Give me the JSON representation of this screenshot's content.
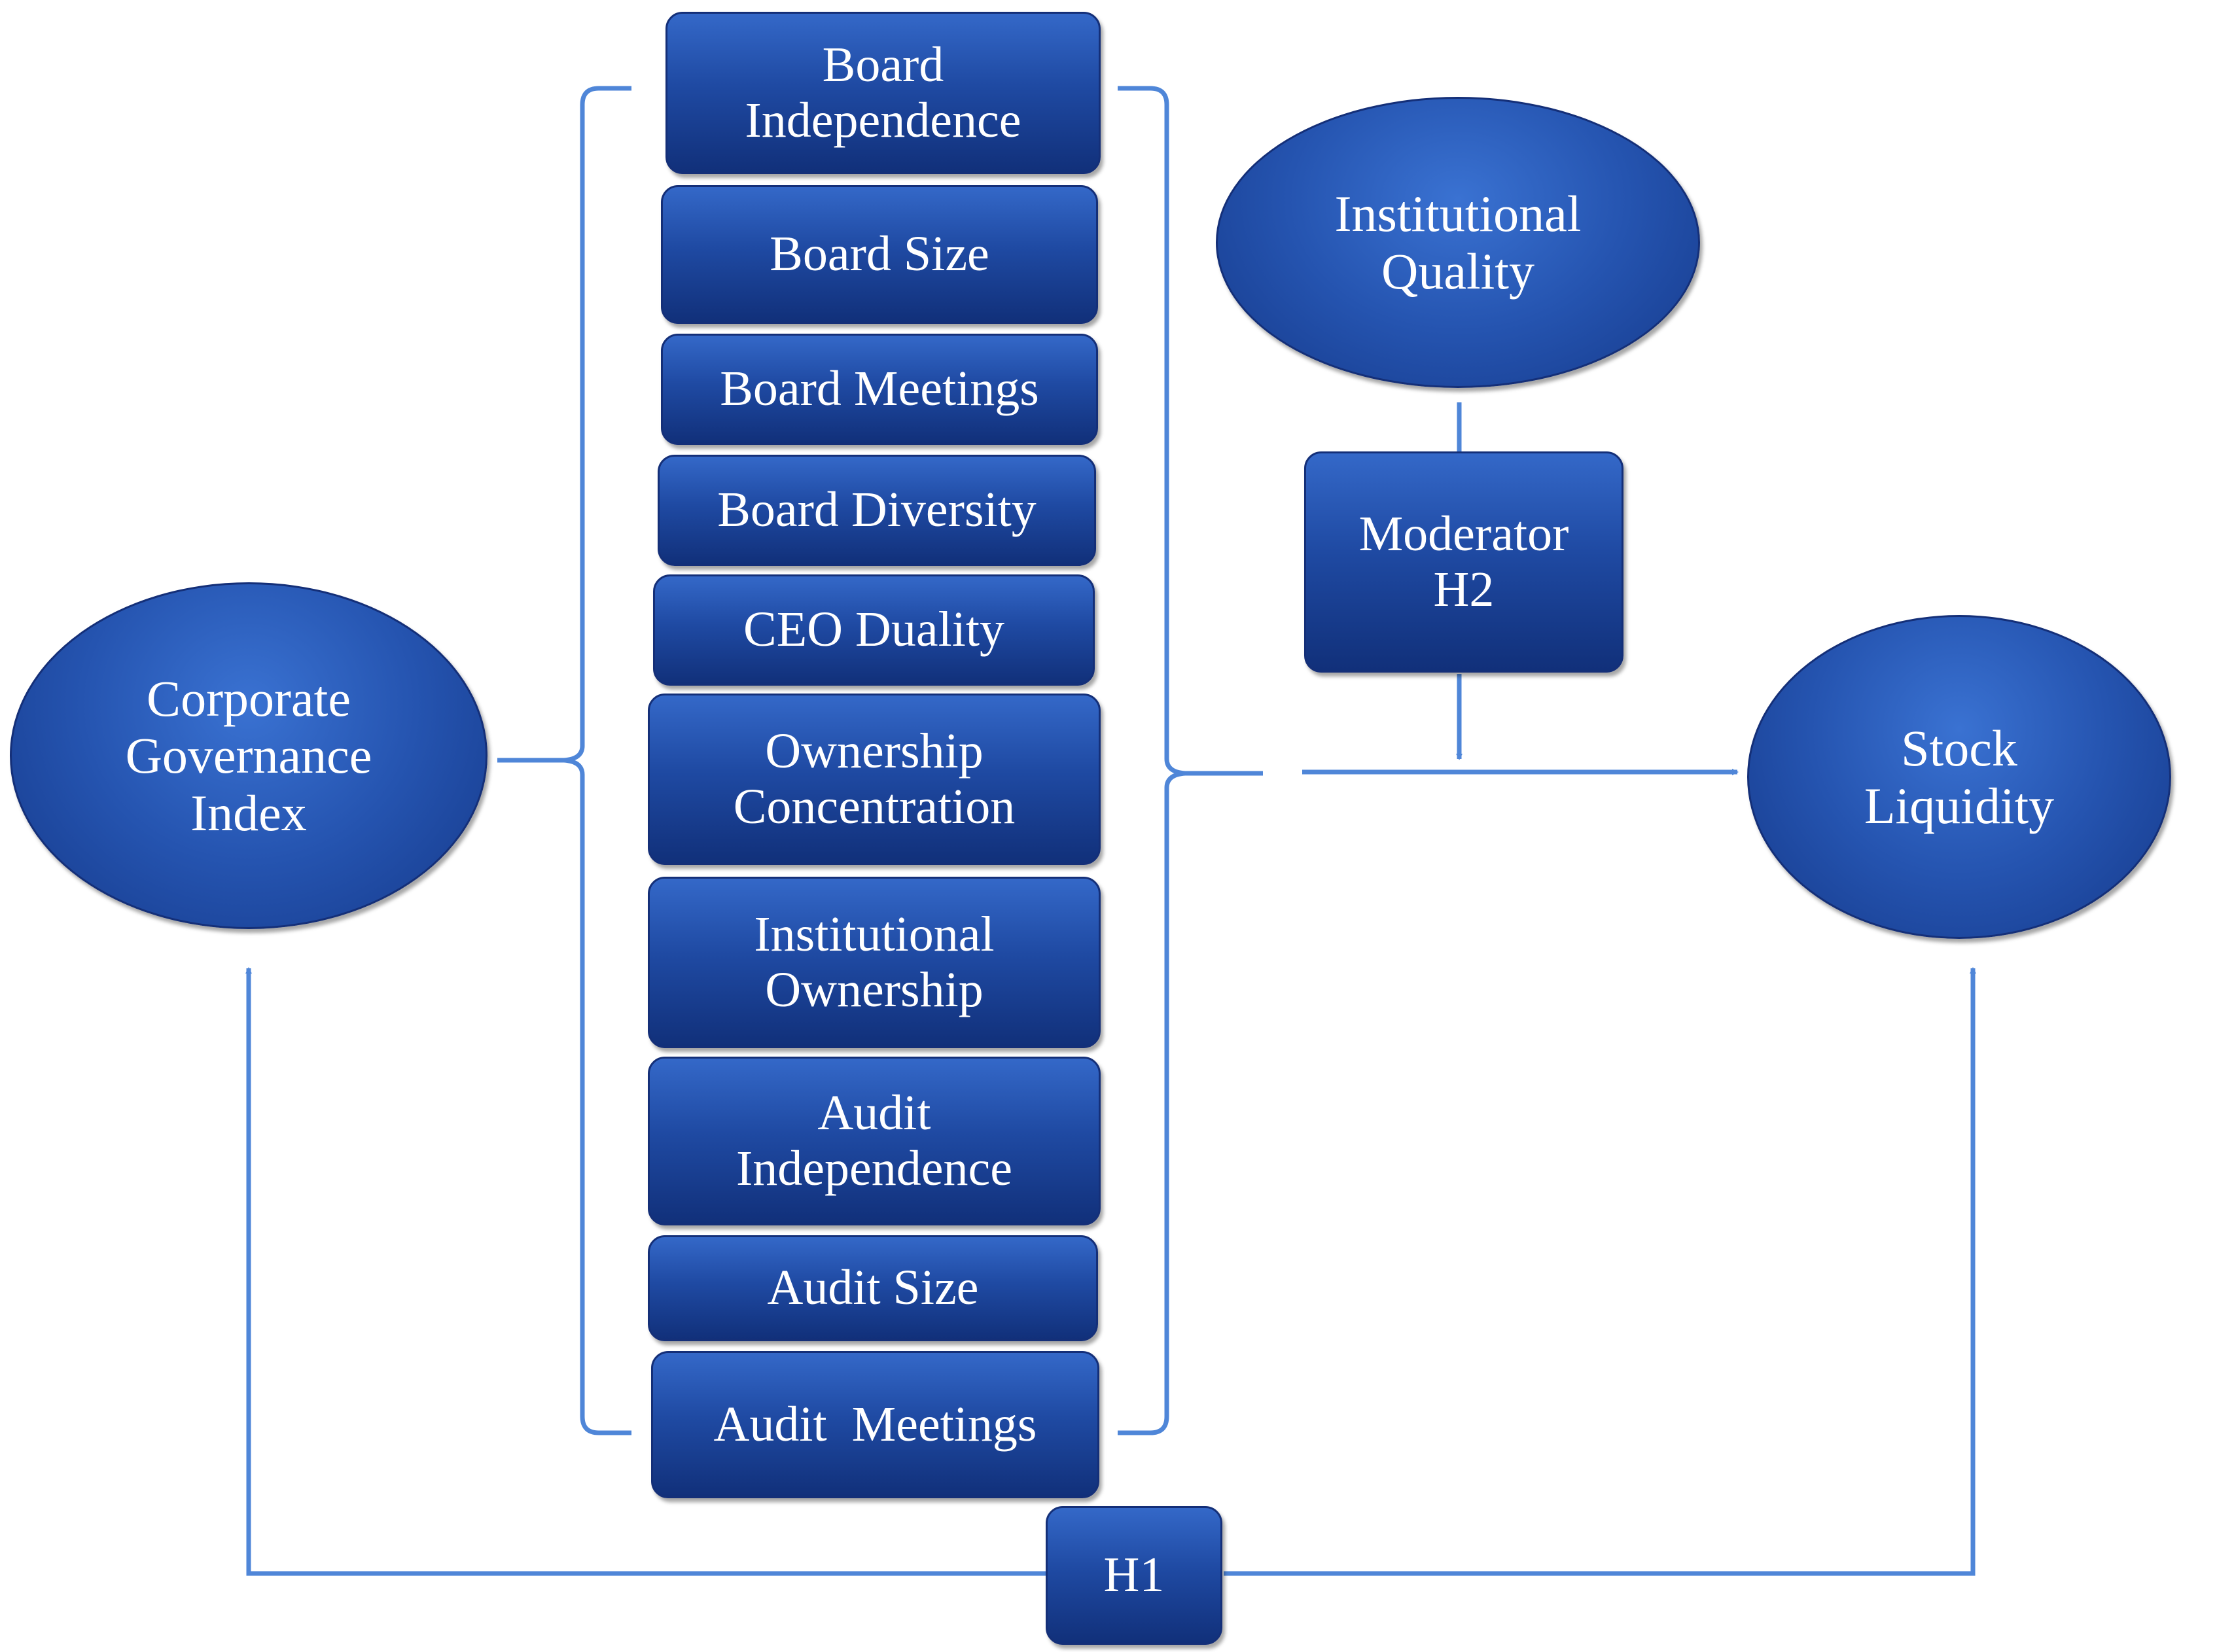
{
  "colors": {
    "node_fill_top": "#3468c8",
    "node_fill_bottom": "#11307a",
    "connector": "#4f86d8",
    "text": "#ffffff"
  },
  "nodes": {
    "corporate_governance_index": "Corporate\nGovernance\nIndex",
    "institutional_quality": "Institutional\nQuality",
    "moderator_h2": "Moderator\nH2",
    "stock_liquidity": "Stock\nLiquidity",
    "h1": "H1"
  },
  "components": [
    "Board\nIndependence",
    "Board Size",
    "Board Meetings",
    "Board Diversity",
    "CEO Duality",
    "Ownership\nConcentration",
    "Institutional\nOwnership",
    "Audit\nIndependence",
    "Audit Size",
    "Audit  Meetings"
  ]
}
